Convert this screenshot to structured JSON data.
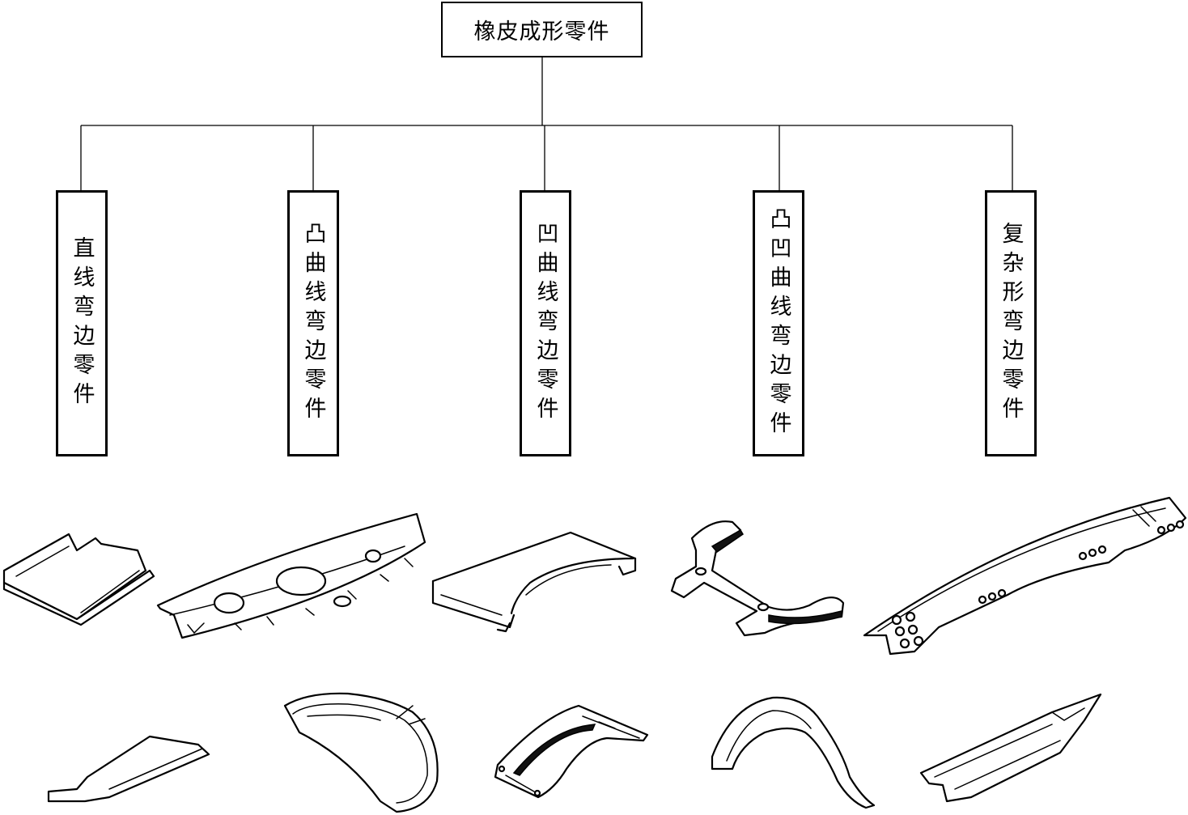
{
  "root": {
    "label": "橡皮成形零件"
  },
  "categories": [
    {
      "id": "straight",
      "label": "直线弯边零件"
    },
    {
      "id": "convex",
      "label": "凸曲线弯边零件"
    },
    {
      "id": "concave",
      "label": "凹曲线弯边零件"
    },
    {
      "id": "convex-concave",
      "label": "凸凹曲线弯边零件"
    },
    {
      "id": "complex",
      "label": "复杂形弯边零件"
    }
  ],
  "colors": {
    "line": "#000000",
    "fill": "#ffffff"
  }
}
